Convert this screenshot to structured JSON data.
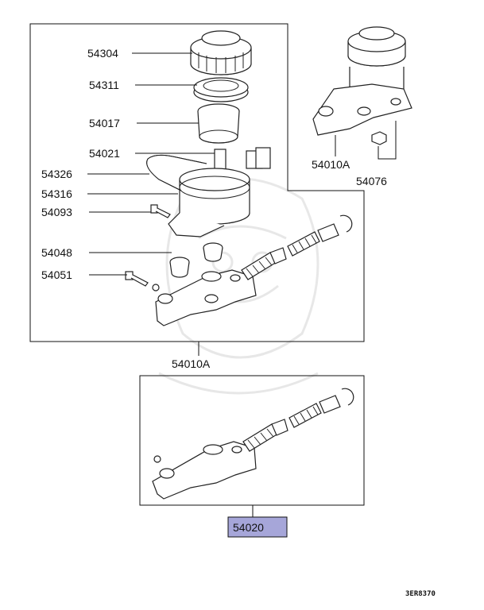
{
  "labels": {
    "p54304": "54304",
    "p54311": "54311",
    "p54017": "54017",
    "p54021": "54021",
    "p54326": "54326",
    "p54316": "54316",
    "p54093": "54093",
    "p54048": "54048",
    "p54051": "54051",
    "p54010a_main": "54010A",
    "p54010a_inset": "54010A",
    "p54076": "54076",
    "p54020": "54020"
  },
  "code": "3ER8370",
  "colors": {
    "highlight": "#a6a6d9",
    "line": "#111111"
  }
}
